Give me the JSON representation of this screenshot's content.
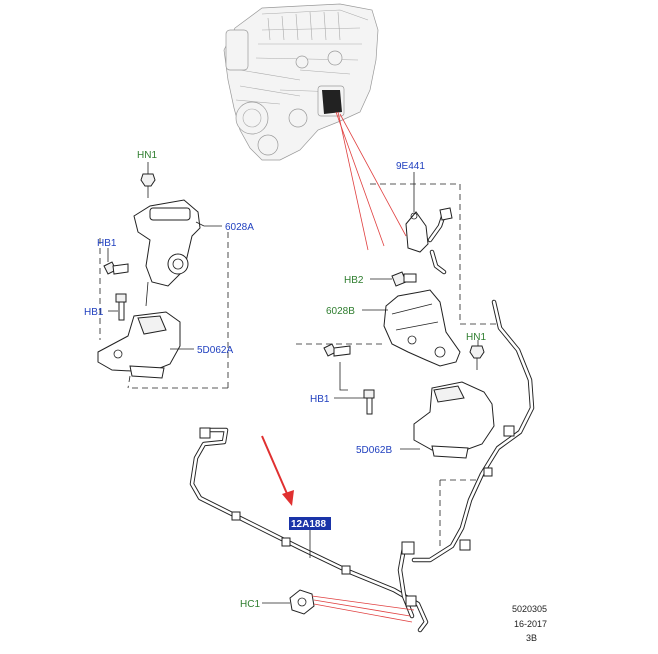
{
  "labels": {
    "hn1_left": "HN1",
    "mount_6028a": "6028A",
    "hb1_upper": "HB1",
    "hb1_lower": "HB1",
    "mount_5d062a": "5D062A",
    "sensor_9e441": "9E441",
    "hb2": "HB2",
    "mount_6028b": "6028B",
    "hn1_right": "HN1",
    "hb1_right": "HB1",
    "mount_5d062b": "5D062B",
    "highlight_part": "12A188",
    "hc1": "HC1"
  },
  "footer": {
    "ref_number": "5020305",
    "date": "16-2017",
    "page": "3B"
  },
  "colors": {
    "part_label_blue": "#1f3fbf",
    "fixing_label_green": "#2e7d2e",
    "highlight_bg": "#1a34a8",
    "arrow_red": "#e03030",
    "leader_red": "#e04040"
  }
}
